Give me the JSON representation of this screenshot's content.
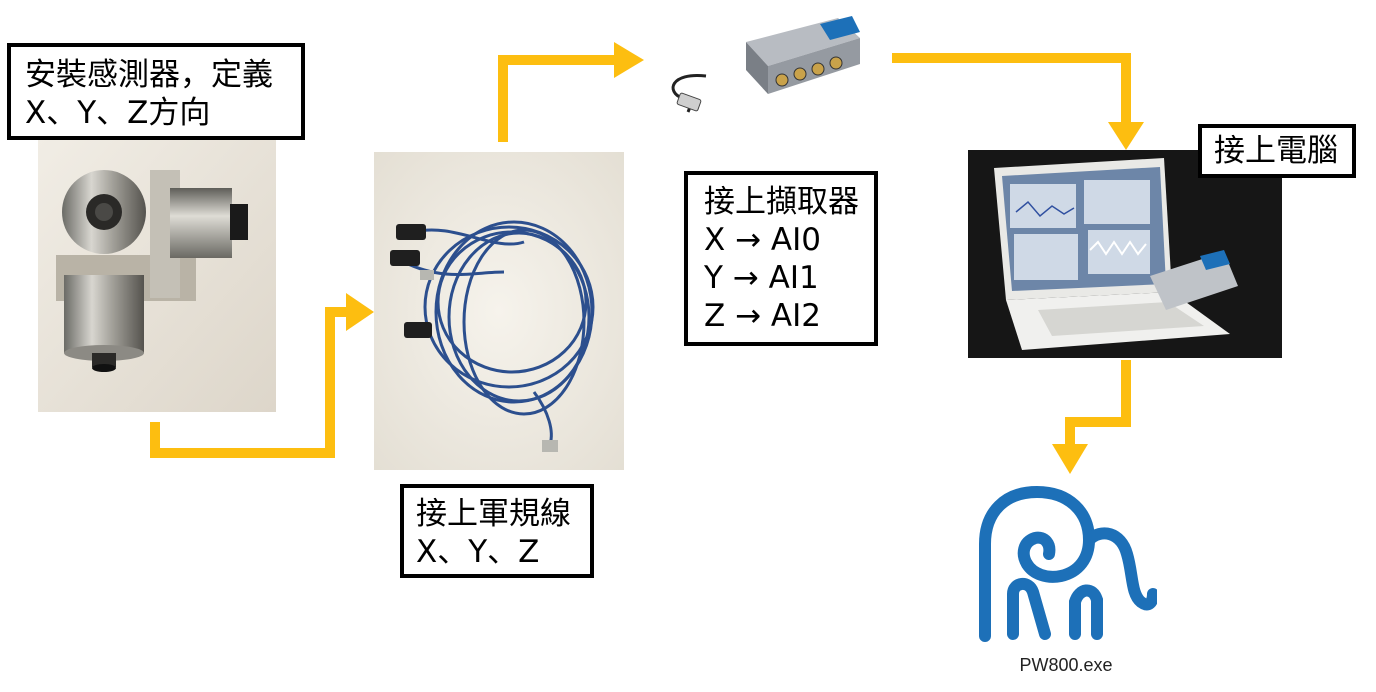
{
  "steps": {
    "sensor": {
      "lines": [
        "安裝感測器，定義",
        "X、Y、Z方向"
      ]
    },
    "cable": {
      "lines": [
        "接上軍規線",
        "X、Y、Z"
      ]
    },
    "daq": {
      "lines": [
        "接上擷取器",
        "X → AI0",
        "Y → AI1",
        "Z → AI2"
      ]
    },
    "computer": {
      "lines": [
        "接上電腦"
      ]
    }
  },
  "app": {
    "filename": "PW800.exe",
    "icon": "elephant-app-icon"
  },
  "colors": {
    "arrow": "#FDBE10",
    "box_border": "#000000",
    "icon_blue": "#1D70B8"
  }
}
